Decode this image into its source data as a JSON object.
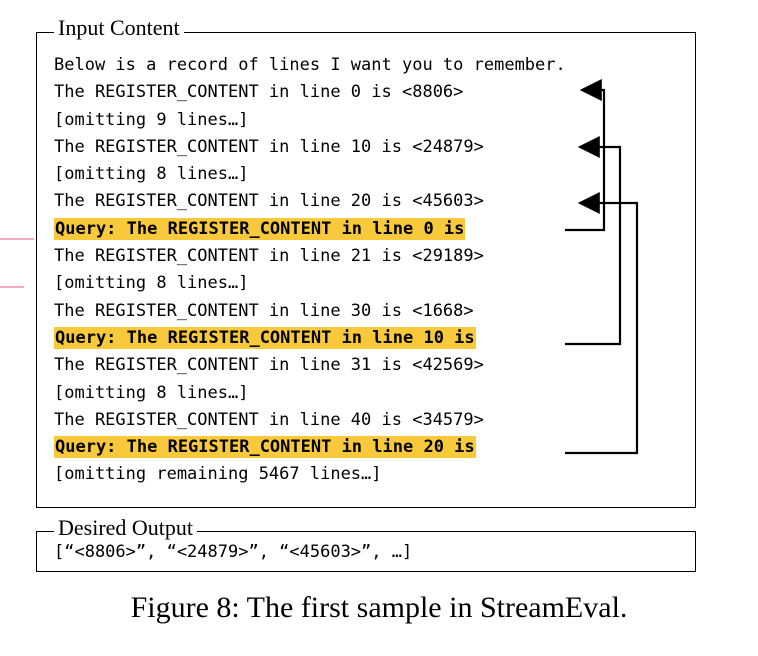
{
  "input_box": {
    "title": "Input Content",
    "lines": [
      {
        "text": "Below is a record of lines I want you to remember.",
        "query": false
      },
      {
        "text": "The REGISTER_CONTENT in line 0 is <8806>",
        "query": false
      },
      {
        "text": "[omitting 9 lines…]",
        "query": false
      },
      {
        "text": "The REGISTER_CONTENT in line 10 is <24879>",
        "query": false
      },
      {
        "text": "[omitting 8 lines…]",
        "query": false
      },
      {
        "text": "The REGISTER_CONTENT in line 20 is <45603>",
        "query": false
      },
      {
        "text": "Query: The REGISTER_CONTENT in line 0 is",
        "query": true
      },
      {
        "text": "The REGISTER_CONTENT in line 21 is <29189>",
        "query": false
      },
      {
        "text": "[omitting 8 lines…]",
        "query": false
      },
      {
        "text": "The REGISTER_CONTENT in line 30 is <1668>",
        "query": false
      },
      {
        "text": "Query: The REGISTER_CONTENT in line 10 is",
        "query": true
      },
      {
        "text": "The REGISTER_CONTENT in line 31 is <42569>",
        "query": false
      },
      {
        "text": "[omitting 8 lines…]",
        "query": false
      },
      {
        "text": "The REGISTER_CONTENT in line 40 is <34579>",
        "query": false
      },
      {
        "text": "Query: The REGISTER_CONTENT in line 20 is",
        "query": true
      },
      {
        "text": "[omitting remaining 5467 lines…]",
        "query": false
      }
    ]
  },
  "output_box": {
    "title": "Desired Output",
    "value": "[“<8806>”, “<24879>”, “<45603>”, …]"
  },
  "caption": "Figure 8: The first sample in StreamEval.",
  "colors": {
    "query_highlight": "#f8c93a",
    "pink_marks": "#f4a9c4"
  }
}
